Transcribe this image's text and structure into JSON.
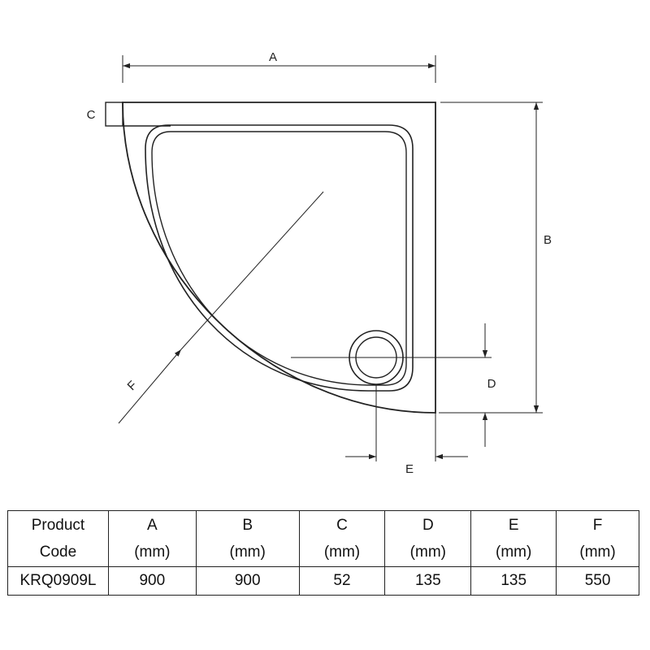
{
  "diagram": {
    "labels": {
      "a": "A",
      "b": "B",
      "c": "C",
      "d": "D",
      "e": "E",
      "f": "F"
    }
  },
  "table": {
    "headers": [
      {
        "line1": "Product",
        "line2": "Code"
      },
      {
        "line1": "A",
        "line2": "(mm)"
      },
      {
        "line1": "B",
        "line2": "(mm)"
      },
      {
        "line1": "C",
        "line2": "(mm)"
      },
      {
        "line1": "D",
        "line2": "(mm)"
      },
      {
        "line1": "E",
        "line2": "(mm)"
      },
      {
        "line1": "F",
        "line2": "(mm)"
      }
    ],
    "rows": [
      [
        "KRQ0909L",
        "900",
        "900",
        "52",
        "135",
        "135",
        "550"
      ]
    ]
  }
}
